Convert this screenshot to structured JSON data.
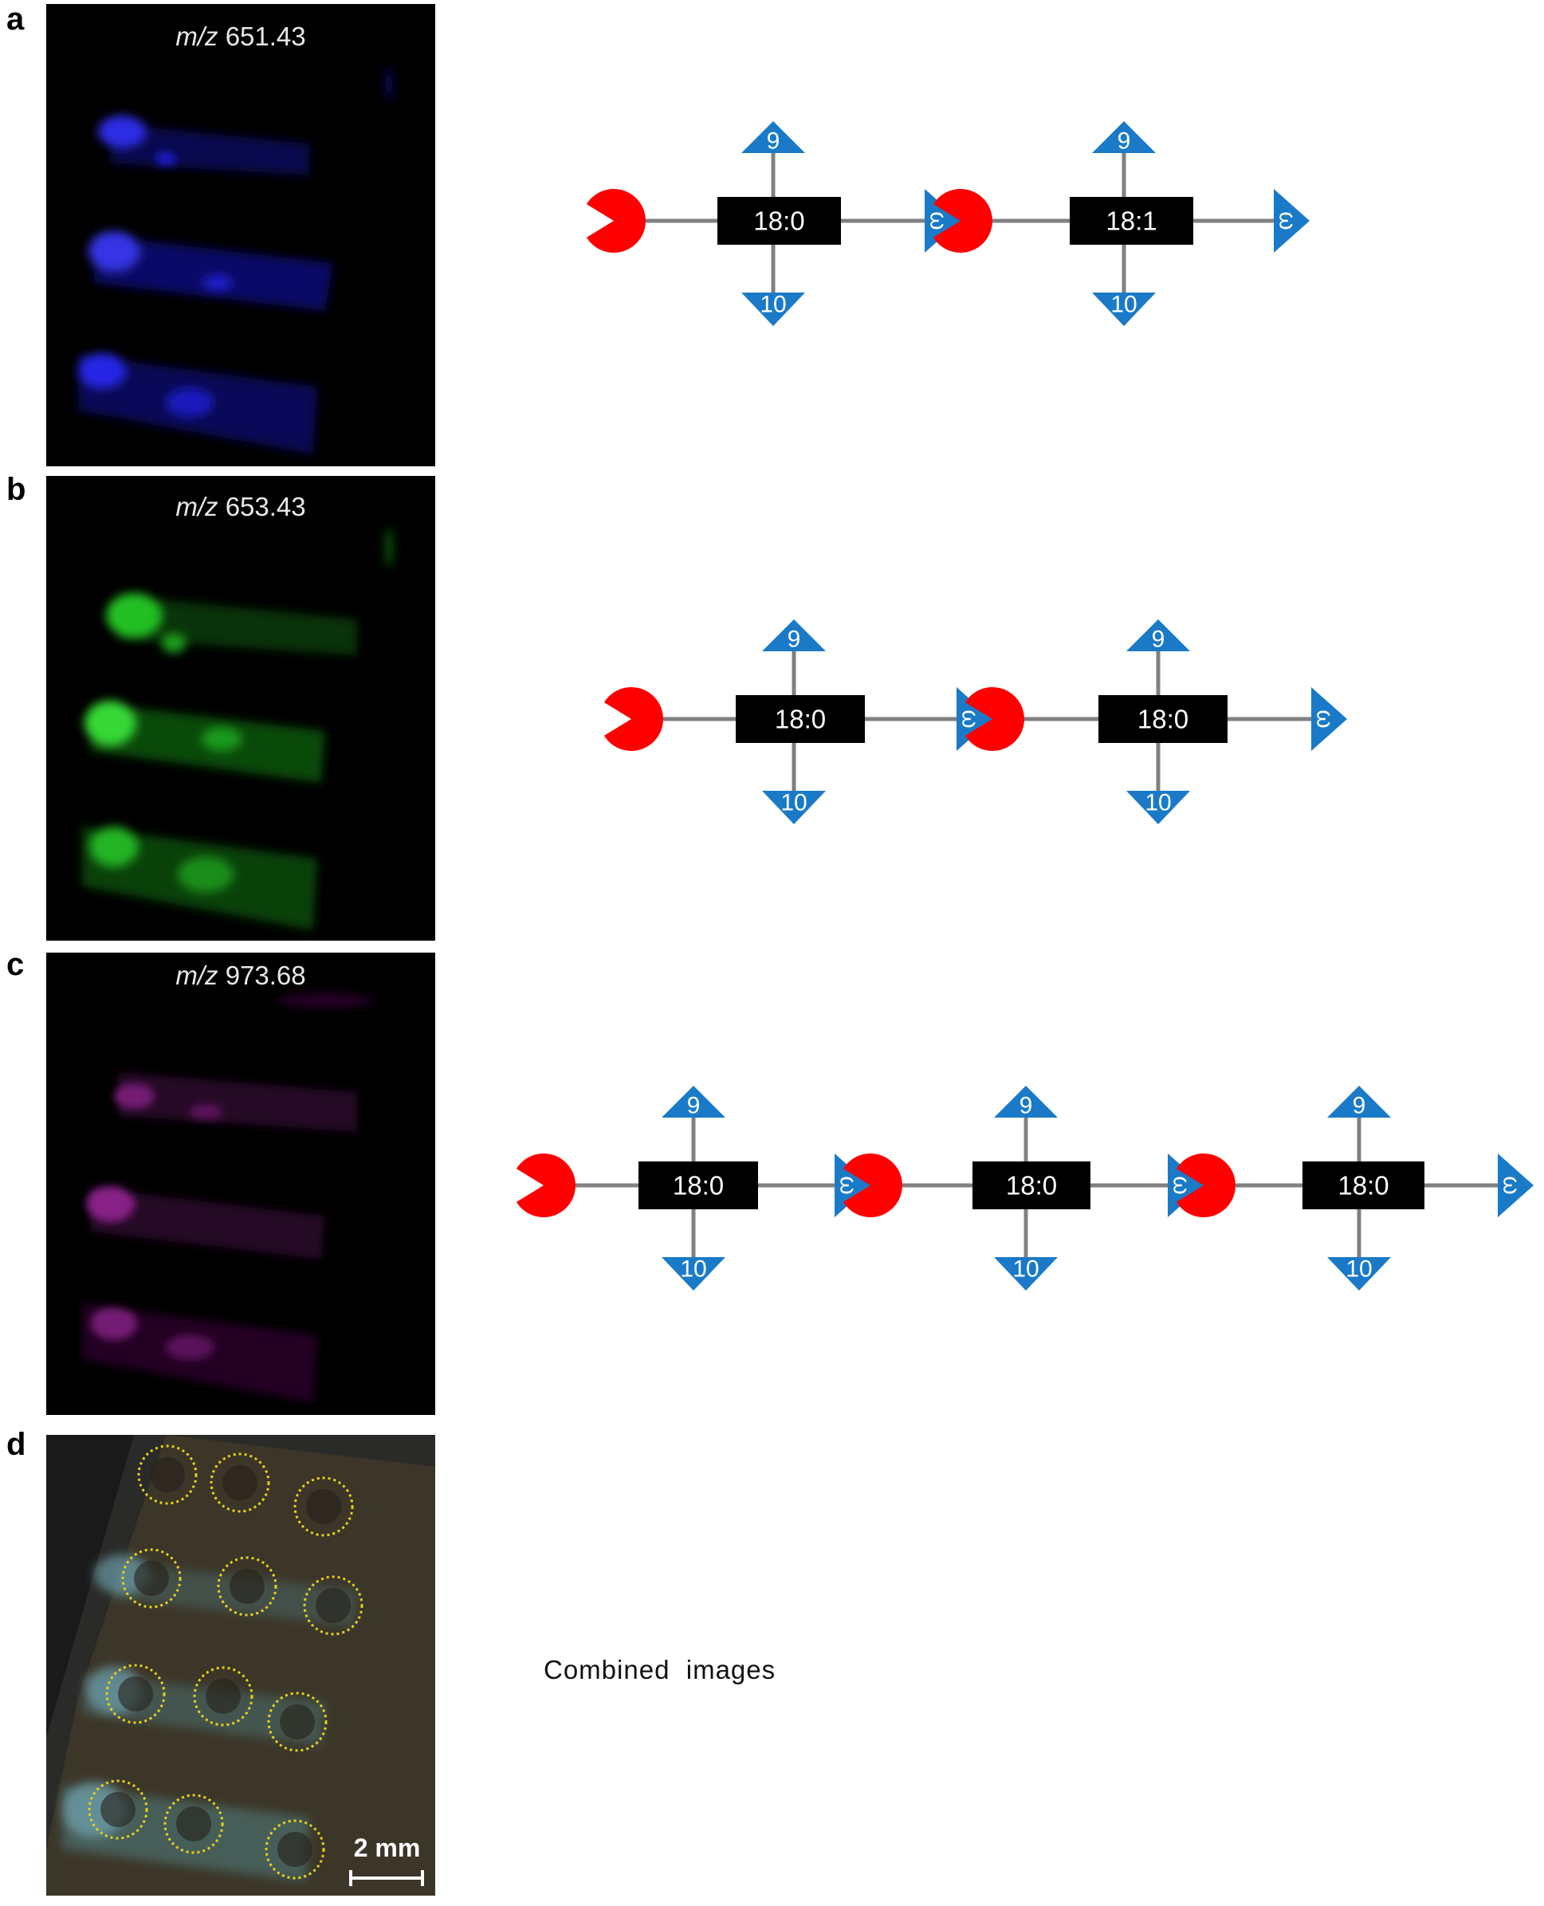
{
  "panels": [
    {
      "letter": "a",
      "mz_prefix": "m/z",
      "mz_value": "651.43",
      "color": "#1a1aff",
      "chain": [
        {
          "label": "18:0",
          "top": "9",
          "bottom": "10",
          "end": "ω"
        },
        {
          "label": "18:1",
          "top": "9",
          "bottom": "10",
          "end": "ω"
        }
      ]
    },
    {
      "letter": "b",
      "mz_prefix": "m/z",
      "mz_value": "653.43",
      "color": "#22cc22",
      "chain": [
        {
          "label": "18:0",
          "top": "9",
          "bottom": "10",
          "end": "ω"
        },
        {
          "label": "18:0",
          "top": "9",
          "bottom": "10",
          "end": "ω"
        }
      ]
    },
    {
      "letter": "c",
      "mz_prefix": "m/z",
      "mz_value": "973.68",
      "color": "#b020b0",
      "chain": [
        {
          "label": "18:0",
          "top": "9",
          "bottom": "10",
          "end": "ω"
        },
        {
          "label": "18:0",
          "top": "9",
          "bottom": "10",
          "end": "ω"
        },
        {
          "label": "18:0",
          "top": "9",
          "bottom": "10",
          "end": "ω"
        }
      ]
    },
    {
      "letter": "d",
      "combined_label": "Combined  images",
      "scale_label": "2 mm"
    }
  ],
  "colors": {
    "head": "#ff0000",
    "arrow": "#1a7ac8",
    "box": "#000000",
    "line": "#808080",
    "circle": "#e6d21e",
    "photo_bg": "#3a3528"
  }
}
